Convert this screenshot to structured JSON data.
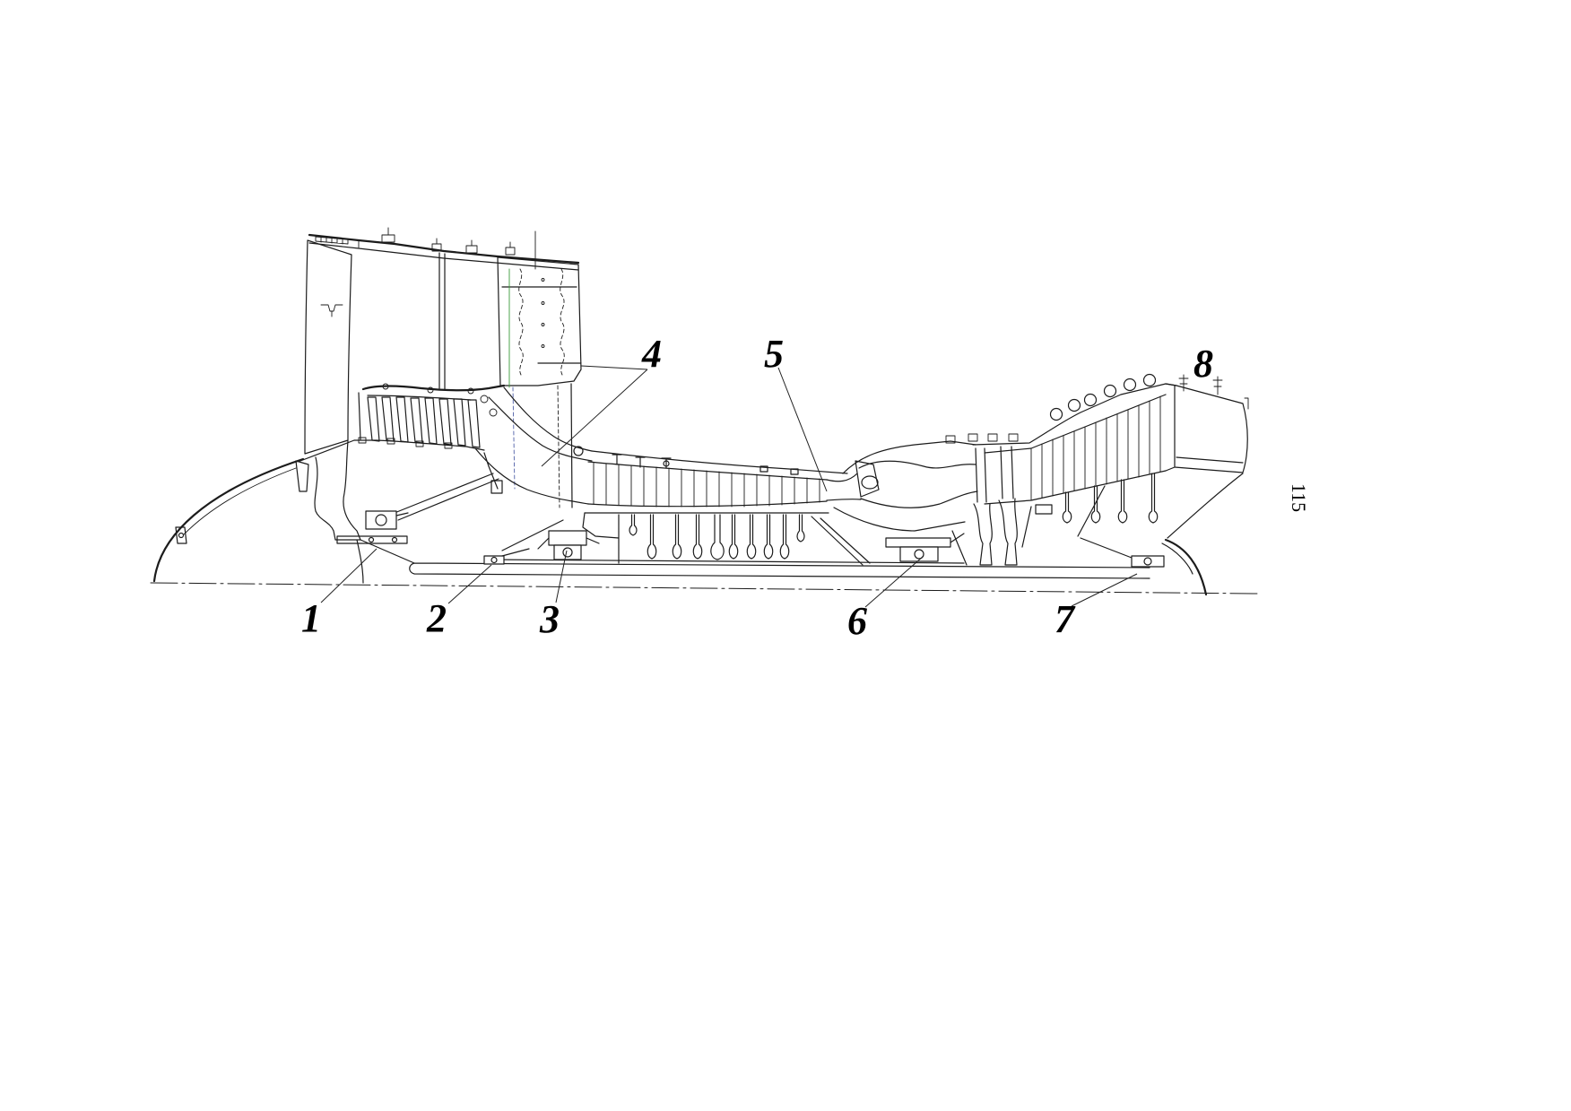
{
  "callouts": [
    "1",
    "2",
    "3",
    "4",
    "5",
    "6",
    "7",
    "8"
  ],
  "page_number": "115"
}
